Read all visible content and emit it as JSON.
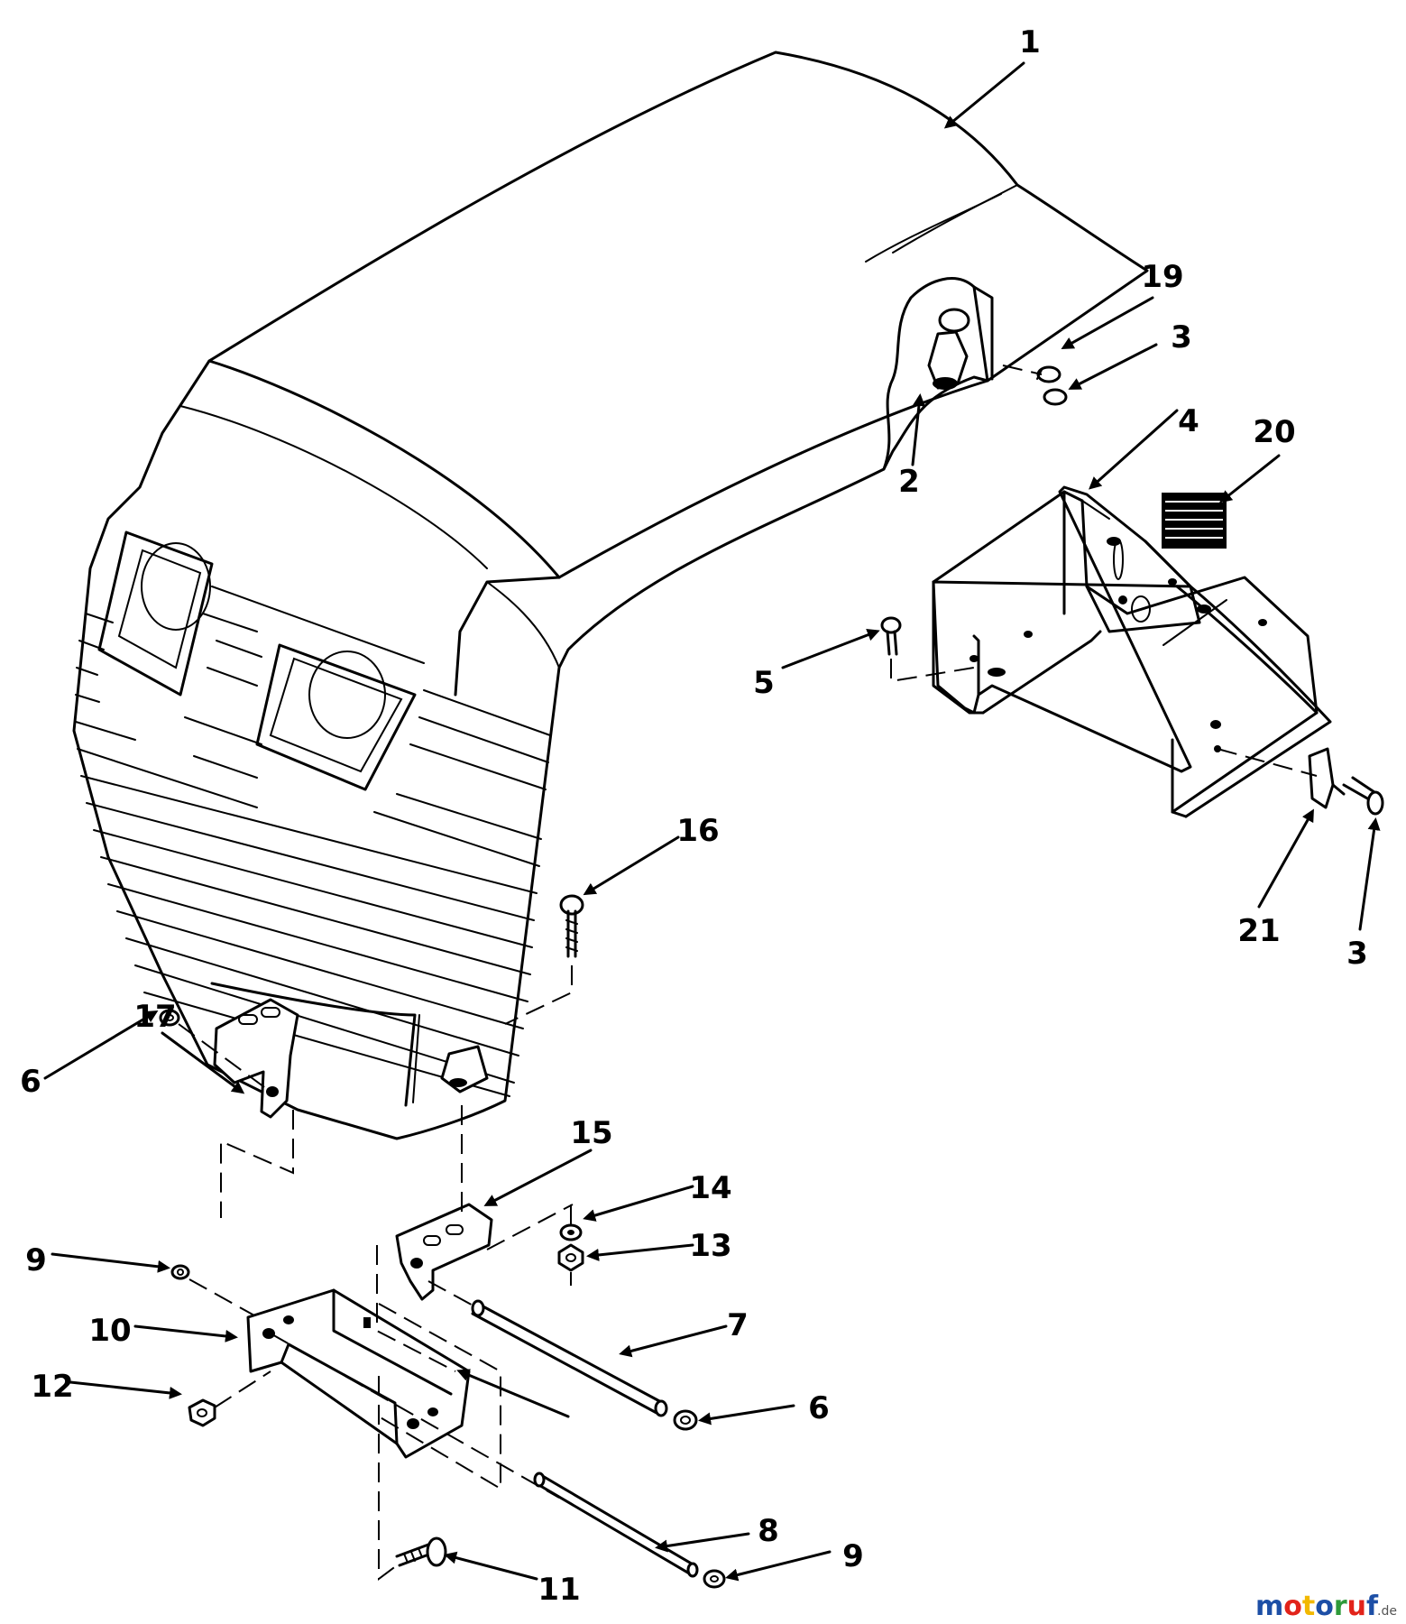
{
  "callouts": {
    "c1": "1",
    "c2": "2",
    "c3a": "3",
    "c3b": "3",
    "c4": "4",
    "c5": "5",
    "c6a": "6",
    "c6b": "6",
    "c7": "7",
    "c8": "8",
    "c9a": "9",
    "c9b": "9",
    "c10": "10",
    "c11": "11",
    "c12": "12",
    "c13": "13",
    "c14": "14",
    "c15": "15",
    "c16": "16",
    "c17": "17",
    "c19": "19",
    "c20": "20",
    "c21": "21"
  },
  "watermark": {
    "m1": "m",
    "o1": "o",
    "t": "t",
    "o2": "o",
    "r": "r",
    "u": "u",
    "f": "f",
    "domain": ".de",
    "colors": [
      "#1d4fa6",
      "#e2231a",
      "#f2b800",
      "#1d4fa6",
      "#2e9a3a",
      "#e2231a",
      "#1d4fa6"
    ]
  }
}
